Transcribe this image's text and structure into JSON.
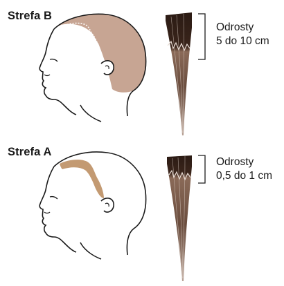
{
  "zones": [
    {
      "id": "b",
      "label": "Strefa B",
      "roots_title": "Odrosty",
      "roots_length": "5 do 10 cm",
      "hair_fill": "#c7a593",
      "root_color": "#2b1b14"
    },
    {
      "id": "a",
      "label": "Strefa A",
      "roots_title": "Odrosty",
      "roots_length": "0,5 do 1 cm",
      "hair_fill": "#c39a72",
      "root_color": "#2b1b14"
    }
  ],
  "colors": {
    "outline": "#1a1a1a",
    "strand_mid": "#7a5a49",
    "strand_light": "#d8c7bd"
  }
}
